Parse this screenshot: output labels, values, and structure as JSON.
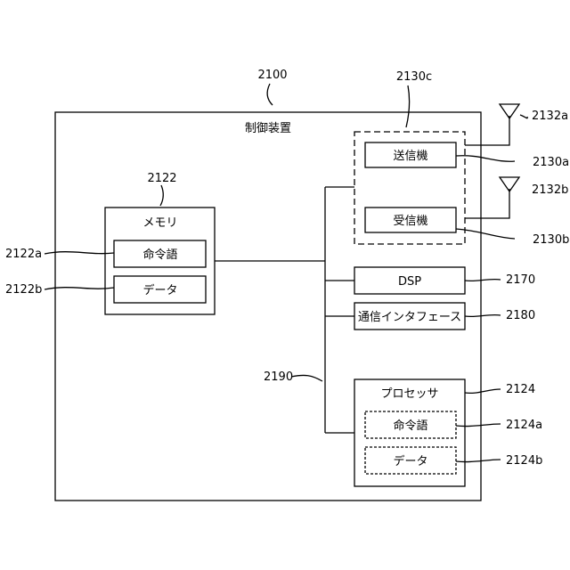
{
  "control_device": {
    "ref": "2100",
    "title": "制御装置"
  },
  "memory": {
    "ref": "2122",
    "title": "メモリ",
    "instruction": {
      "ref": "2122a",
      "label": "命令語"
    },
    "data": {
      "ref": "2122b",
      "label": "データ"
    }
  },
  "transceiver": {
    "ref": "2130c",
    "transmitter": {
      "ref": "2130a",
      "label": "送信機"
    },
    "receiver": {
      "ref": "2130b",
      "label": "受信機"
    },
    "antenna_tx_ref": "2132a",
    "antenna_rx_ref": "2132b"
  },
  "dsp": {
    "ref": "2170",
    "label": "DSP"
  },
  "comm_interface": {
    "ref": "2180",
    "label": "通信インタフェース"
  },
  "bus": {
    "ref": "2190"
  },
  "processor": {
    "ref": "2124",
    "title": "プロセッサ",
    "instruction": {
      "ref": "2124a",
      "label": "命令語"
    },
    "data": {
      "ref": "2124b",
      "label": "データ"
    }
  }
}
